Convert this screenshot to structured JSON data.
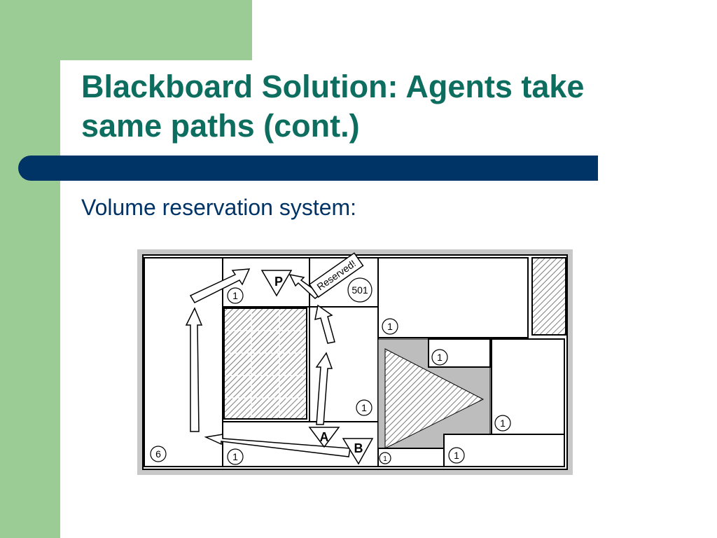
{
  "slide": {
    "title_line1": "Blackboard Solution: Agents take",
    "title_line2": "same paths (cont.)",
    "subtitle": "Volume reservation system:"
  },
  "diagram": {
    "agents": {
      "p": "P",
      "a": "A",
      "b": "B"
    },
    "reserved_label": "Reserved!",
    "volume_labels": {
      "left_column": "6",
      "top_left": "1",
      "top_right": "501",
      "center_right_top": "1",
      "center_right_bottom": "1",
      "bottom_left": "1",
      "bottom_small": "1",
      "small_box": "1",
      "right_mid": "1",
      "bottom_right": "1"
    },
    "colors": {
      "frame": "#c8c8c8",
      "obstacle_fill": "#bdbdbd",
      "hatch": "#7a7a7a",
      "title": "#0d6e5f",
      "bar": "#003366",
      "accent_green": "#9ccc95"
    }
  }
}
